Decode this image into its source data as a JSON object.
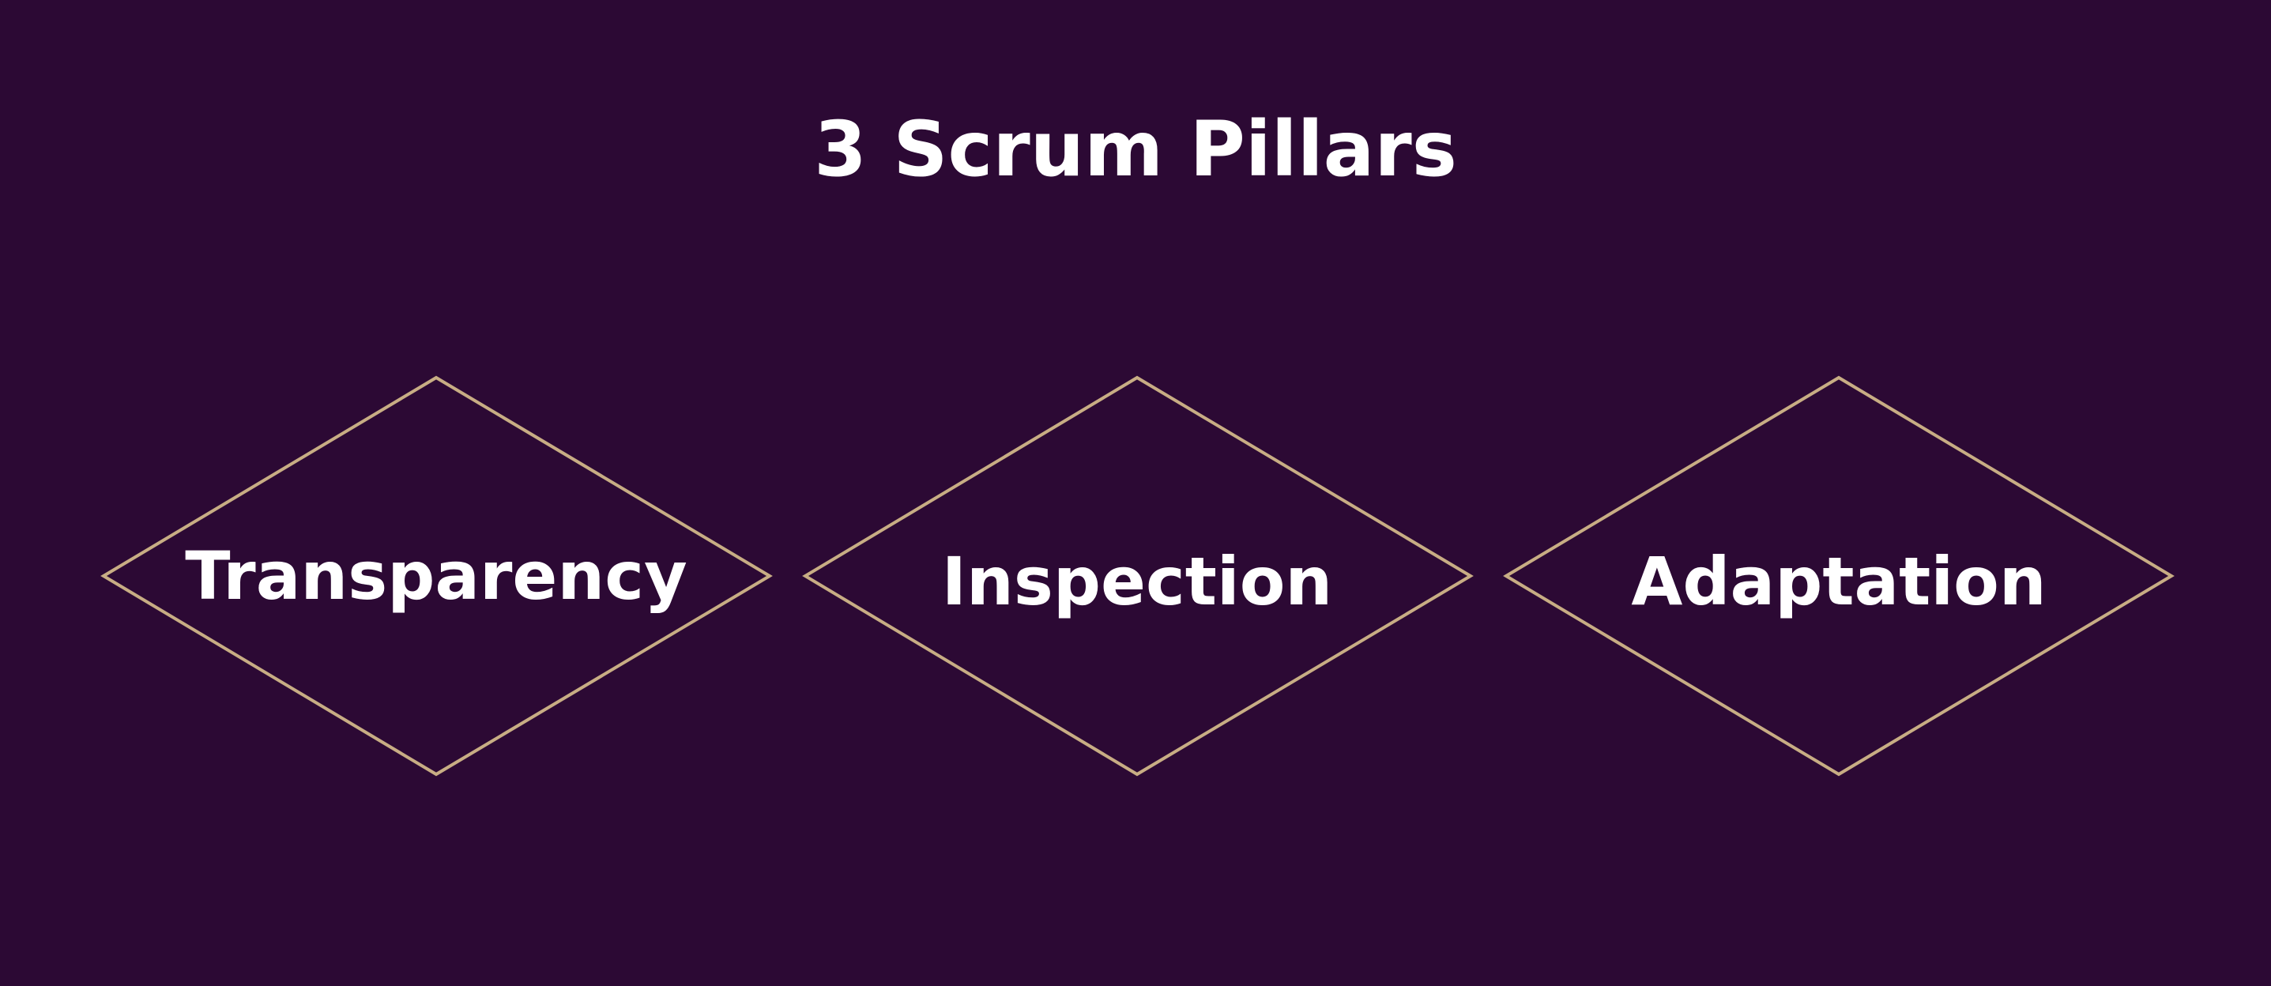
{
  "slide": {
    "title": "3 Scrum Pillars",
    "background_color": "#2c0934",
    "outline_color": "#c8ad84",
    "text_color": "#ffffff"
  },
  "pillars": [
    {
      "label": "Transparency"
    },
    {
      "label": "Inspection"
    },
    {
      "label": "Adaptation"
    }
  ]
}
